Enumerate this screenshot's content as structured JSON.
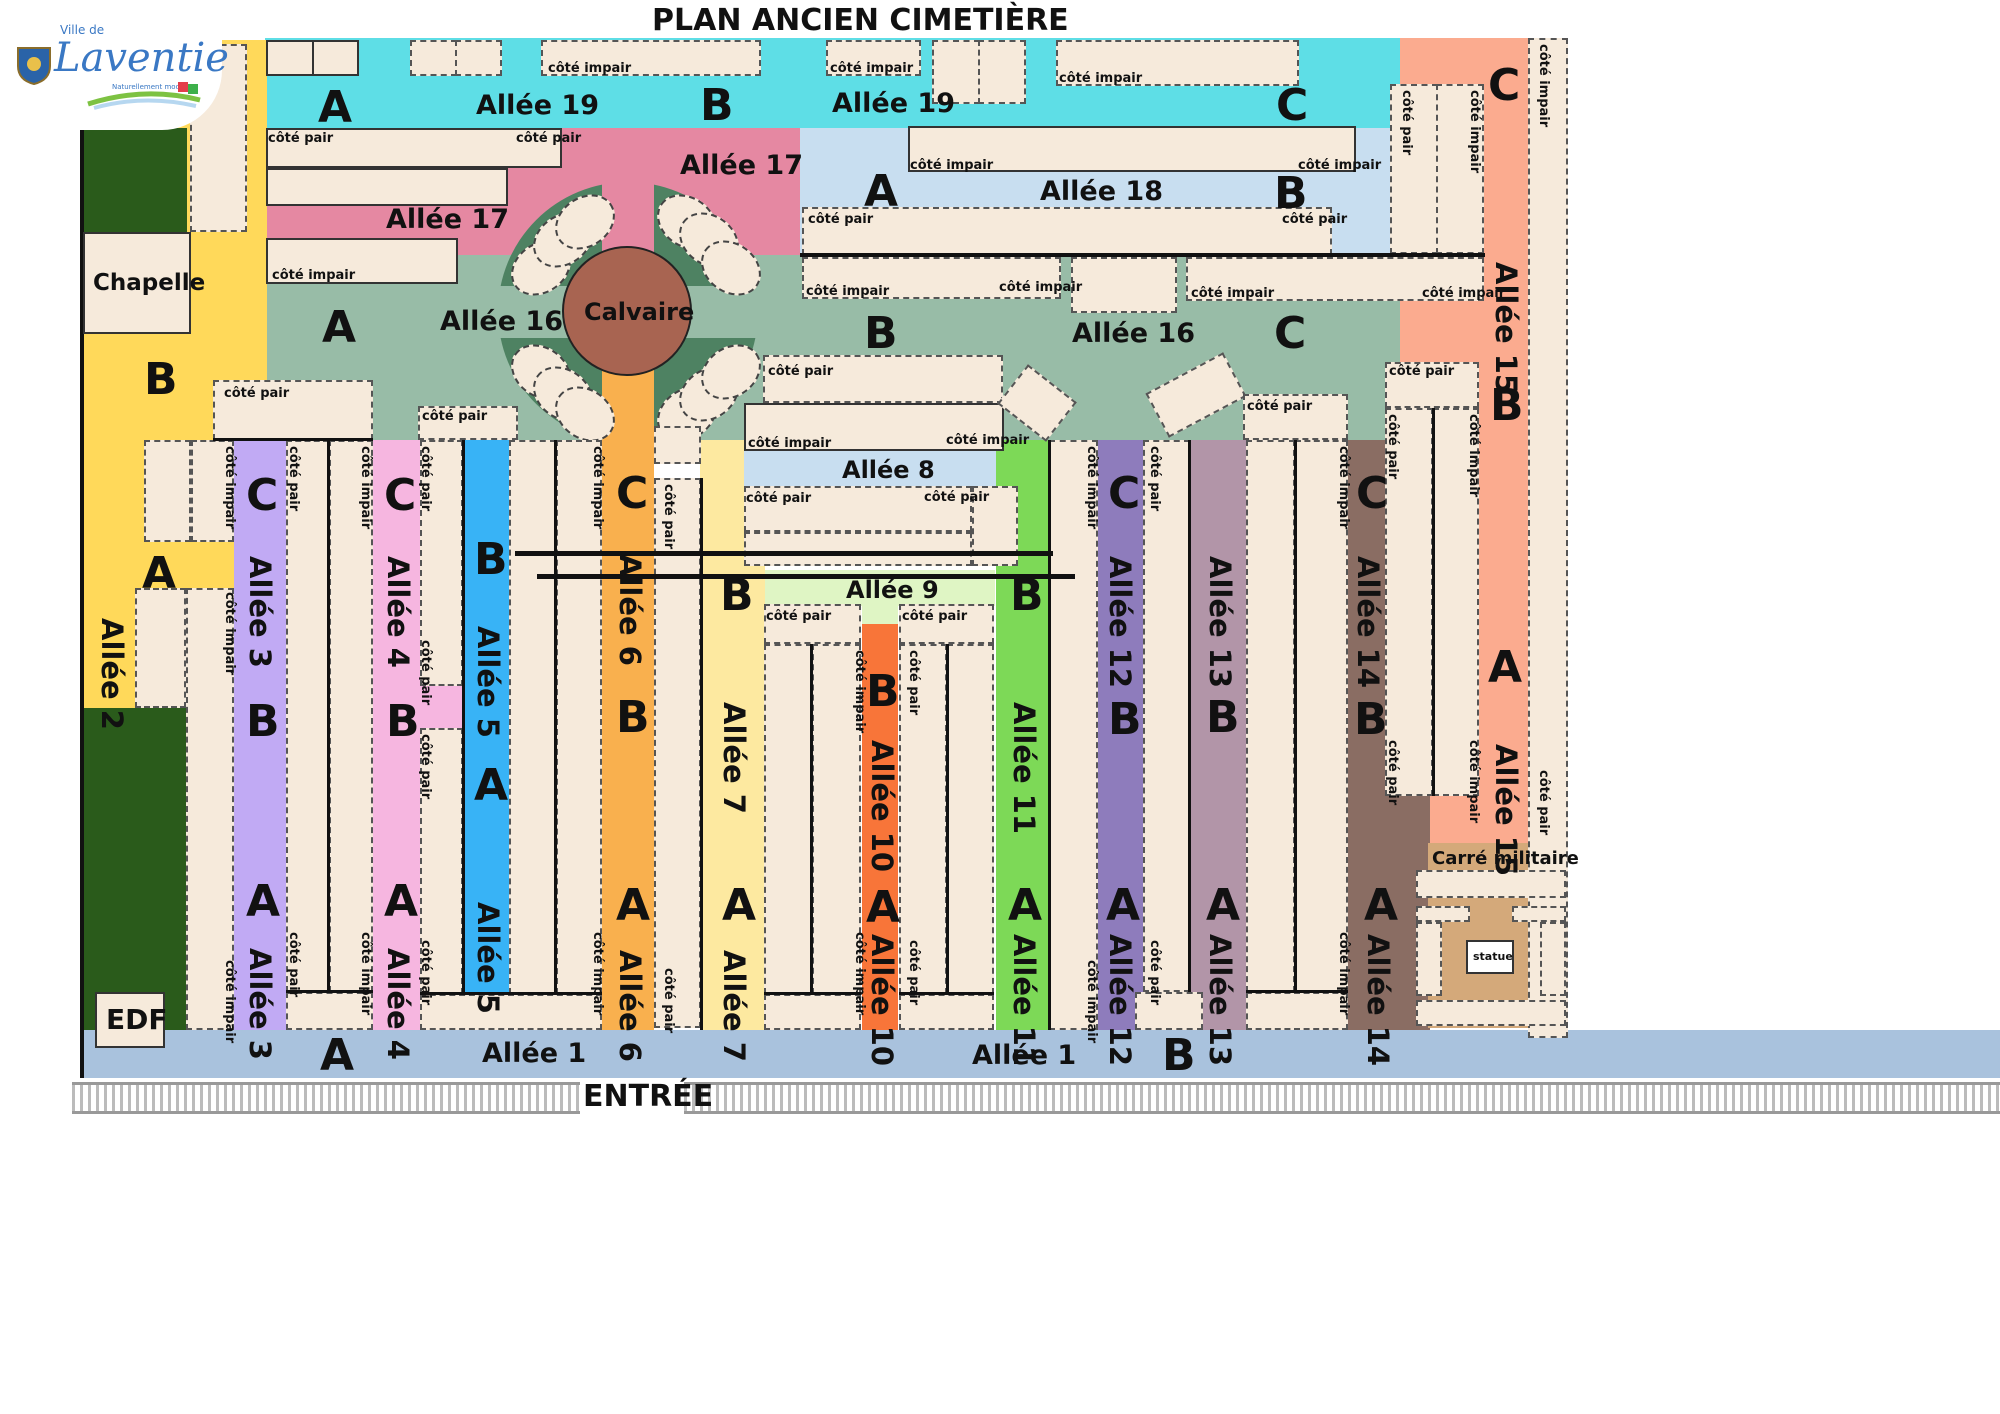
{
  "title": "PLAN ANCIEN CIMETIÈRE",
  "logo": {
    "ville_de": "Ville de",
    "name": "Laventie",
    "tagline": "Naturellement moderne"
  },
  "entrance": "ENTRÉE",
  "landmarks": {
    "chapelle": "Chapelle",
    "calvaire": "Calvaire",
    "edf": "EDF",
    "carre_militaire": "Carré militaire",
    "statue": "statue"
  },
  "cote_pair": "côté pair",
  "cote_impair": "côté impair",
  "sections": {
    "a": "A",
    "b": "B",
    "c": "C"
  },
  "allees": {
    "a1": "Allée 1",
    "a2": "Allée 2",
    "a3": "Allée 3",
    "a4": "Allée 4",
    "a5": "Allée 5",
    "a6": "Allée 6",
    "a7": "Allée 7",
    "a8": "Allée 8",
    "a9": "Allée 9",
    "a10": "Allée 10",
    "a11": "Allée 11",
    "a12": "Allée 12",
    "a13": "Allée 13",
    "a14": "Allée 14",
    "a15": "Allée 15",
    "a16": "Allée 16",
    "a17": "Allée 17",
    "a18": "Allée 18",
    "a19": "Allée 19"
  },
  "colors": {
    "allee1": "#a9c2dd",
    "allee2": "#ffd95a",
    "allee3": "#c1aaf4",
    "allee4": "#f6b6e0",
    "allee5": "#38b3f6",
    "allee6": "#f9b04e",
    "allee7": "#fde9a0",
    "allee8": "#c8def0",
    "allee9": "#dff5c4",
    "allee10": "#f87539",
    "allee11": "#7dd957",
    "allee12": "#8e7cbc",
    "allee13": "#b295a8",
    "allee14": "#8a6d63",
    "allee15": "#fbab8f",
    "allee16": "#98bca7",
    "allee17": "#e588a2",
    "allee18": "#c8def0",
    "allee19": "#5edee6",
    "plot": "#f6eadb",
    "calvaire": "#a86451",
    "garden": "#4e8262",
    "dark_green": "#2a5b1b",
    "carre": "#d4a97a"
  }
}
